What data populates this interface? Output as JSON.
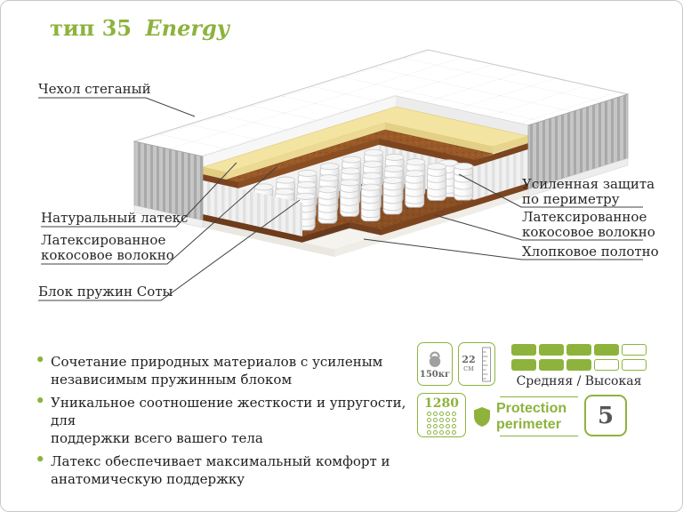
{
  "title": {
    "prefix": "тип 35",
    "suffix": "Energy"
  },
  "callouts": {
    "left": [
      {
        "lines": [
          "Чехол стеганый"
        ]
      },
      {
        "lines": [
          "Натуральный латекс"
        ]
      },
      {
        "lines": [
          "Латексированное",
          "кокосовое волокно"
        ]
      },
      {
        "lines": [
          "Блок пружин Соты"
        ]
      }
    ],
    "right": [
      {
        "lines": [
          "Усиленная защита",
          "по периметру"
        ]
      },
      {
        "lines": [
          "Латексированное",
          "кокосовое волокно"
        ]
      },
      {
        "lines": [
          "Хлопковое полотно"
        ]
      }
    ]
  },
  "features": [
    {
      "lines": [
        "Сочетание природных материалов с усиленым",
        "независимым пружинным блоком"
      ]
    },
    {
      "lines": [
        "Уникальное соотношение жесткости и упругости, для",
        "поддержки всего вашего тела"
      ]
    },
    {
      "lines": [
        "Латекс обеспечивает максимальный комфорт и",
        "анатомическую поддержку"
      ]
    }
  ],
  "specs": {
    "max_weight": "150кг",
    "height_value": "22",
    "height_unit": "см",
    "firmness_label": "Средняя / Высокая",
    "firmness_rows": [
      [
        1,
        1,
        1,
        1,
        0
      ],
      [
        1,
        1,
        1,
        0,
        0
      ]
    ],
    "springs_count": "1280",
    "protection_line1": "Protection",
    "protection_line2": "perimeter",
    "warranty_years": "5"
  },
  "colors": {
    "accent": "#8db33d",
    "latex_yellow": "#f3e4a2",
    "coconut_brown": "#9a5a28",
    "side_gray": "#c6c6c6",
    "text": "#262626"
  }
}
